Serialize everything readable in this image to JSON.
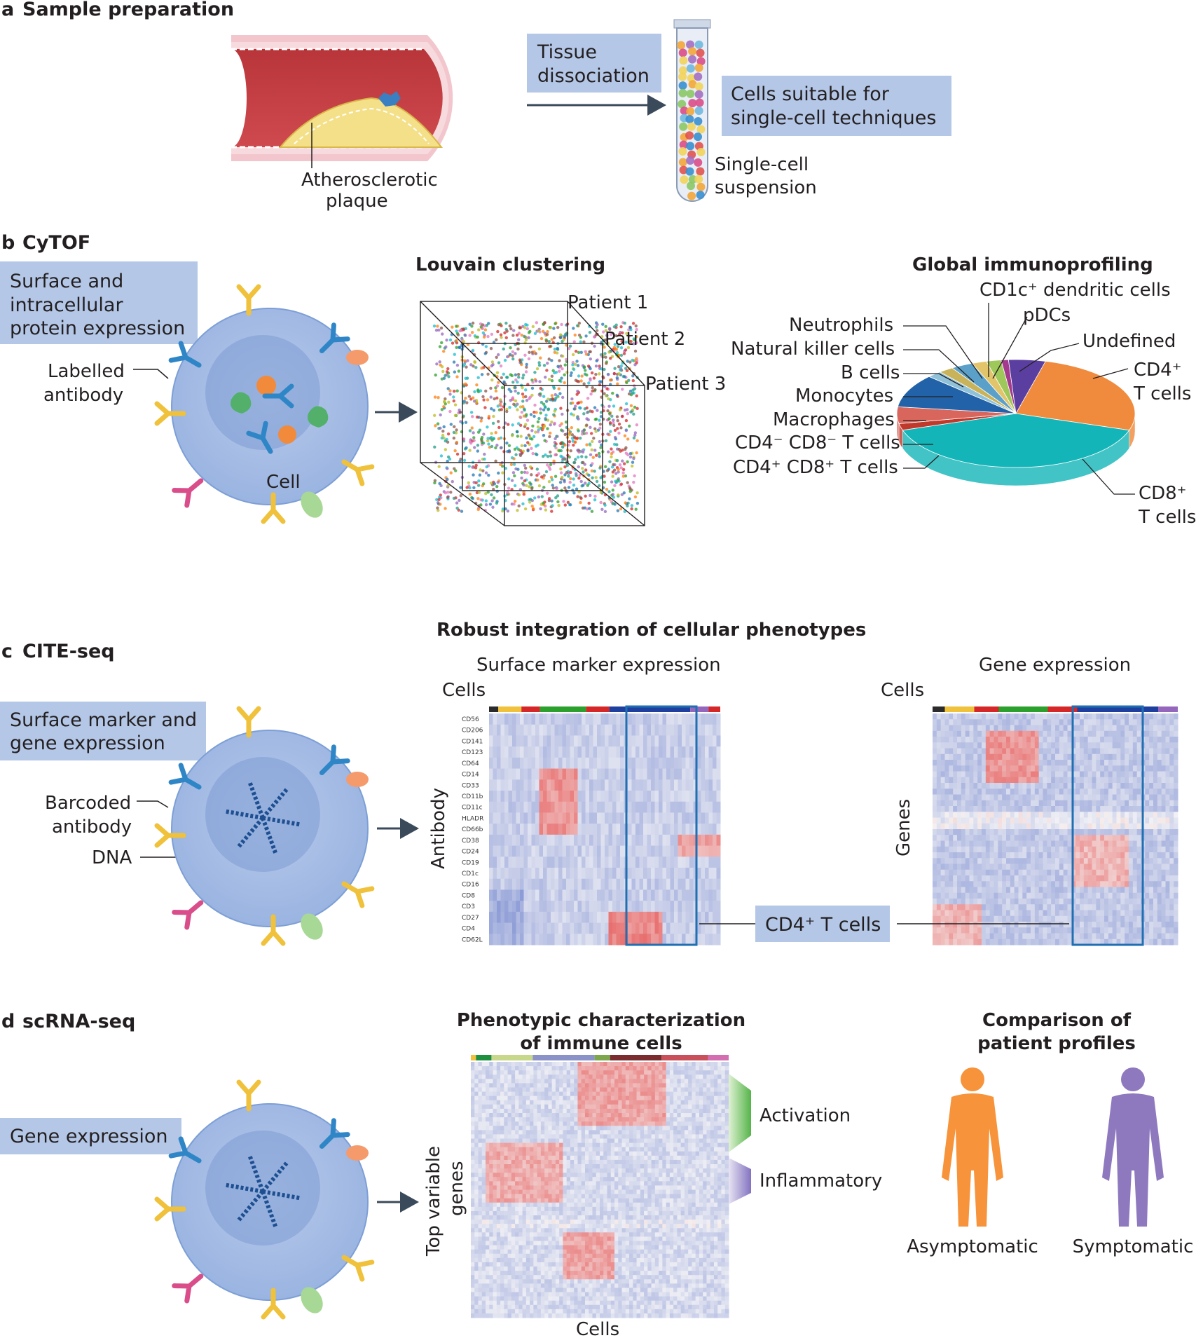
{
  "panel_a": {
    "letter": "a",
    "title": "Sample preparation",
    "box_dissociation": [
      "Tissue",
      "dissociation"
    ],
    "box_cells": [
      "Cells suitable for",
      "single-cell techniques"
    ],
    "label_plaque": [
      "Atherosclerotic",
      "plaque"
    ],
    "label_suspension": [
      "Single-cell",
      "suspension"
    ]
  },
  "panel_b": {
    "letter": "b",
    "title": "CyTOF",
    "box": [
      "Surface and",
      "intracellular",
      "protein expression"
    ],
    "label_antibody": [
      "Labelled",
      "antibody"
    ],
    "label_cell": "Cell",
    "clustering_title": "Louvain clustering",
    "patients": [
      "Patient 1",
      "Patient 2",
      "Patient 3"
    ],
    "profiling_title": "Global immunoprofiling",
    "pie_labels": {
      "cd1c": "CD1c⁺ dendritic cells",
      "pdcs": "pDCs",
      "undefined": "Undefined",
      "neutrophils": "Neutrophils",
      "nk": "Natural killer cells",
      "b": "B cells",
      "mono": "Monocytes",
      "macro": "Macrophages",
      "dn": "CD4⁻ CD8⁻ T cells",
      "dp": "CD4⁺ CD8⁺ T cells",
      "cd4": [
        "CD4⁺",
        "T cells"
      ],
      "cd8": [
        "CD8⁺",
        "T cells"
      ]
    },
    "pie_colors": {
      "cd4": "#f08a3c",
      "cd8": "#14b5b9",
      "dp": "#c0392b",
      "dn": "#d9665d",
      "macro": "#2262a8",
      "mono": "#8fc1d9",
      "b": "#c9b35a",
      "nk": "#5aa0c8",
      "neutrophils": "#e2c46a",
      "cd1c": "#9fc85a",
      "pdcs": "#a43a8e",
      "undefined": "#5b3fa0"
    }
  },
  "panel_c": {
    "letter": "c",
    "title": "CITE-seq",
    "box": [
      "Surface marker and",
      "gene expression"
    ],
    "label_antibody": [
      "Barcoded",
      "antibody"
    ],
    "label_dna": "DNA",
    "integration_title": "Robust integration of cellular phenotypes",
    "surface_title": "Surface marker expression",
    "gene_title": "Gene expression",
    "cells_label": "Cells",
    "antibody_axis": "Antibody",
    "genes_axis": "Genes",
    "cd4_box": "CD4⁺ T cells",
    "markers": [
      "CD56",
      "CD206",
      "CD141",
      "CD123",
      "CD64",
      "CD14",
      "CD33",
      "CD11b",
      "CD11c",
      "HLADR",
      "CD66b",
      "CD38",
      "CD24",
      "CD19",
      "CD1c",
      "CD16",
      "CD8",
      "CD3",
      "CD27",
      "CD4",
      "CD62L"
    ]
  },
  "panel_d": {
    "letter": "d",
    "title": "scRNA-seq",
    "box": "Gene expression",
    "phenotypic_title": [
      "Phenotypic characterization",
      "of immune cells"
    ],
    "comparison_title": [
      "Comparison of",
      "patient profiles"
    ],
    "activation": "Activation",
    "inflammatory": "Inflammatory",
    "genes_axis": [
      "Top variable",
      "genes"
    ],
    "cells_label": "Cells",
    "asymptomatic": "Asymptomatic",
    "symptomatic": "Symptomatic",
    "colors": {
      "asymptomatic": "#f7933a",
      "symptomatic": "#8e79bf"
    }
  }
}
